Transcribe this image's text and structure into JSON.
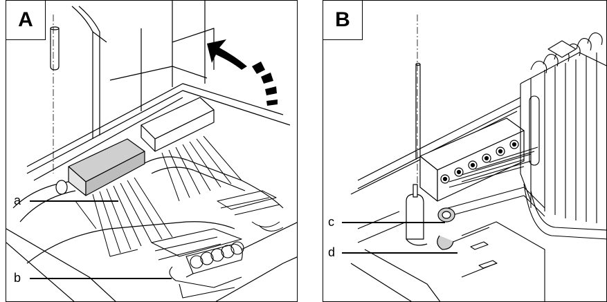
{
  "panels": [
    {
      "label": "A",
      "callouts": [
        "a",
        "b"
      ]
    },
    {
      "label": "B",
      "callouts": [
        "c",
        "d"
      ]
    }
  ]
}
